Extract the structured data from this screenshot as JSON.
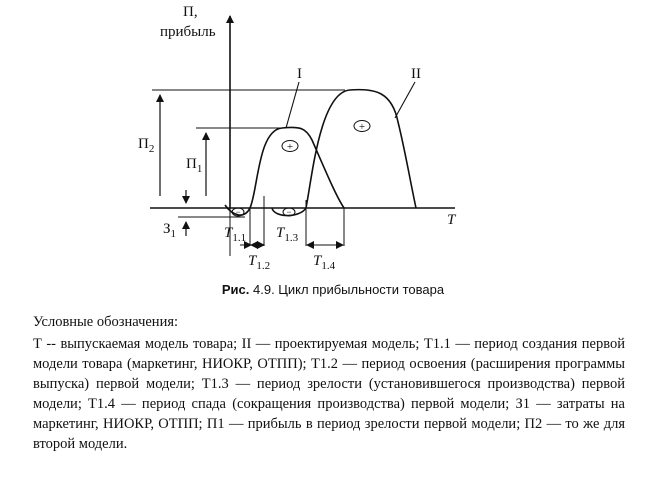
{
  "diagram": {
    "y_axis_label_line1": "П,",
    "y_axis_label_line2": "прибыль",
    "x_axis_label": "T",
    "curve1_label": "I",
    "curve2_label": "II",
    "p2_label": "П",
    "p2_sub": "2",
    "p1_label": "П",
    "p1_sub": "1",
    "z1_label": "З",
    "z1_sub": "1",
    "t11_label": "T",
    "t11_sub": "1.1",
    "t12_label": "T",
    "t12_sub": "1.2",
    "t13_label": "T",
    "t13_sub": "1.3",
    "t14_label": "T",
    "t14_sub": "1.4",
    "plus_sign": "+",
    "minus_sign": "−"
  },
  "caption": {
    "prefix": "Рис.",
    "number": " 4.9.",
    "text": " Цикл прибыльности товара"
  },
  "legend": {
    "title": "Условные обозначения:",
    "body": "Т -- выпускаемая модель товара; II — проектируемая модель; T1.1 — период создания первой модели товара (маркетинг, НИОКР, ОТПП); T1.2 — период освоения (расширения программы выпуска) первой модели; T1.3 — период зрелости (установившегося производства) первой модели; T1.4 — период спада (сокращения производства) первой модели; З1 — затраты на маркетинг, НИОКР, ОТПП; П1 — прибыль в период зрелости первой модели; П2 — то же для второй модели."
  }
}
